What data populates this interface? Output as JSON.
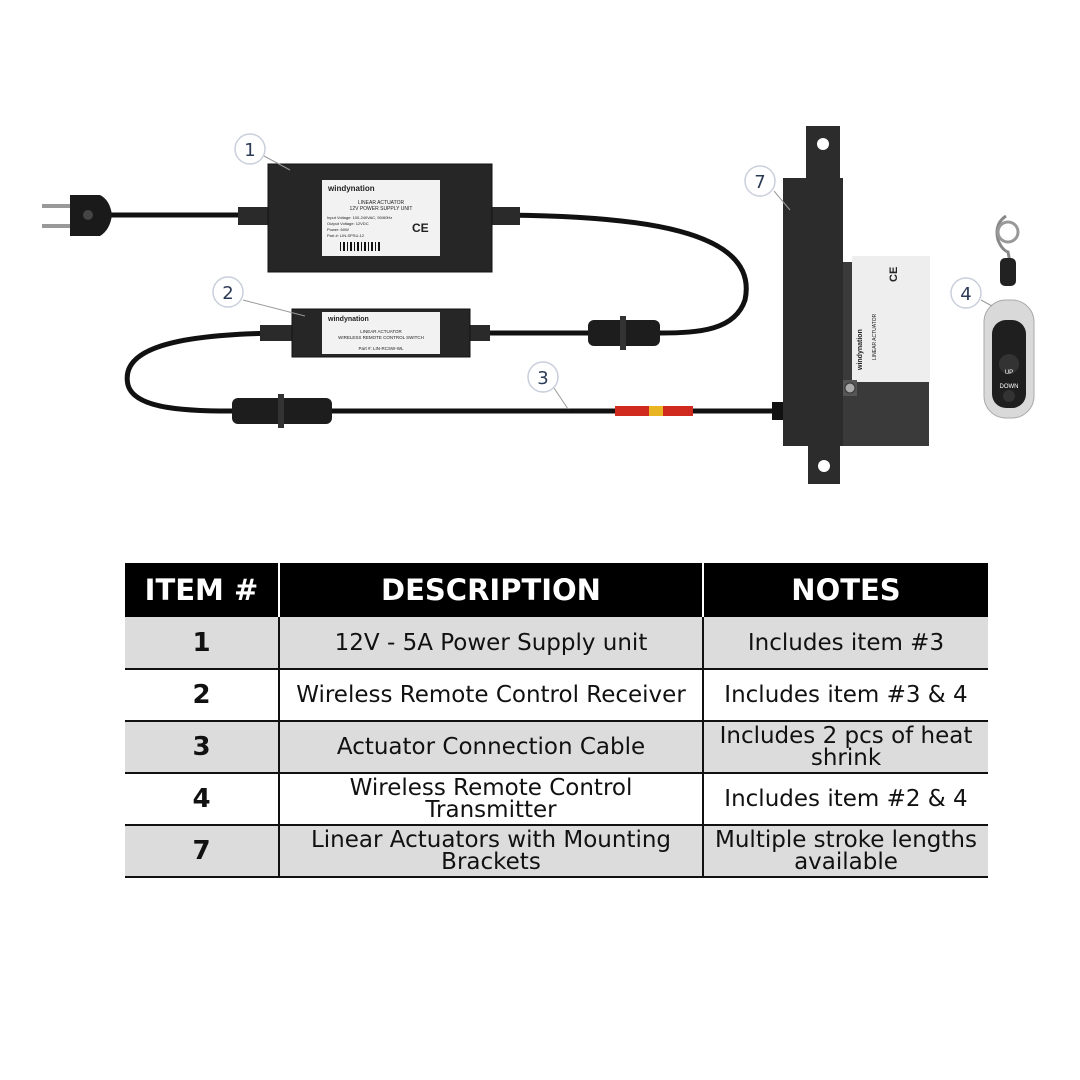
{
  "callouts": {
    "power_supply": "1",
    "receiver": "2",
    "cable": "3",
    "remote": "4",
    "actuator": "7"
  },
  "power_supply_label": {
    "brand": "windynation",
    "title_line1": "LINEAR ACTUATOR",
    "title_line2": "12V POWER SUPPLY UNIT",
    "spec1": "Input Voltage:  100-240VAC, 50/60Hz",
    "spec2": "Output Voltage: 12VDC",
    "spec3": "Power:          60W",
    "spec4": "Part #:         LIN-SPSU-12",
    "ce": "CE"
  },
  "receiver_label": {
    "brand": "windynation",
    "title_line1": "LINEAR ACTUATOR",
    "title_line2": "WIRELESS REMOTE CONTROL SWITCH",
    "part": "Part #: LIN-RCSW-WL"
  },
  "actuator_label": {
    "brand": "windynation",
    "title": "LINEAR ACTUATOR",
    "ce": "CE"
  },
  "remote_buttons": {
    "up": "UP",
    "down": "DOWN"
  },
  "table": {
    "headers": [
      "ITEM #",
      "DESCRIPTION",
      "NOTES"
    ],
    "rows": [
      {
        "item": "1",
        "description": "12V - 5A Power Supply unit",
        "notes": "Includes item #3"
      },
      {
        "item": "2",
        "description": "Wireless Remote Control Receiver",
        "notes": "Includes item #3 & 4"
      },
      {
        "item": "3",
        "description": "Actuator Connection Cable",
        "notes": "Includes 2 pcs of heat shrink"
      },
      {
        "item": "4",
        "description": "Wireless Remote Control Transmitter",
        "notes": "Includes item #2 & 4"
      },
      {
        "item": "7",
        "description": "Linear Actuators with Mounting Brackets",
        "notes": "Multiple stroke lengths available"
      }
    ]
  }
}
